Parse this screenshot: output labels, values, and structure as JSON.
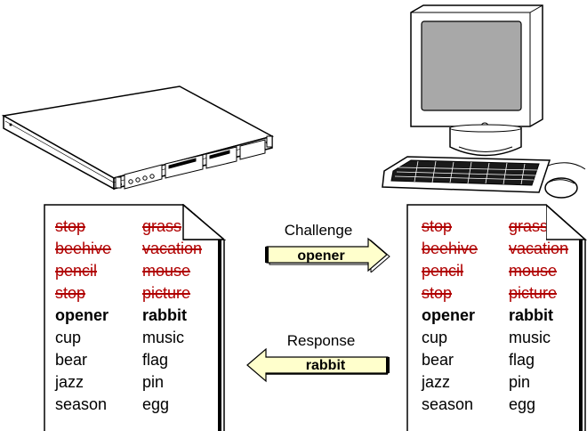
{
  "left_list": {
    "col1": [
      "stop",
      "beehive",
      "pencil",
      "stop",
      "opener",
      "cup",
      "bear",
      "jazz",
      "season"
    ],
    "col2": [
      "grass",
      "vacation",
      "mouse",
      "picture",
      "rabbit",
      "music",
      "flag",
      "pin",
      "egg"
    ],
    "used_rows": 4,
    "current_row": 4
  },
  "right_list": {
    "col1": [
      "stop",
      "beehive",
      "pencil",
      "stop",
      "opener",
      "cup",
      "bear",
      "jazz",
      "season"
    ],
    "col2": [
      "grass",
      "vacation",
      "mouse",
      "picture",
      "rabbit",
      "music",
      "flag",
      "pin",
      "egg"
    ],
    "used_rows": 4,
    "current_row": 4
  },
  "challenge": {
    "label": "Challenge",
    "word": "opener"
  },
  "response": {
    "label": "Response",
    "word": "rabbit"
  },
  "colors": {
    "arrow_fill": "#ffffcc",
    "strike": "#b00000",
    "screen": "#a8a8a8"
  },
  "icons": {
    "server": "rack-server-icon",
    "computer": "desktop-computer-icon"
  }
}
